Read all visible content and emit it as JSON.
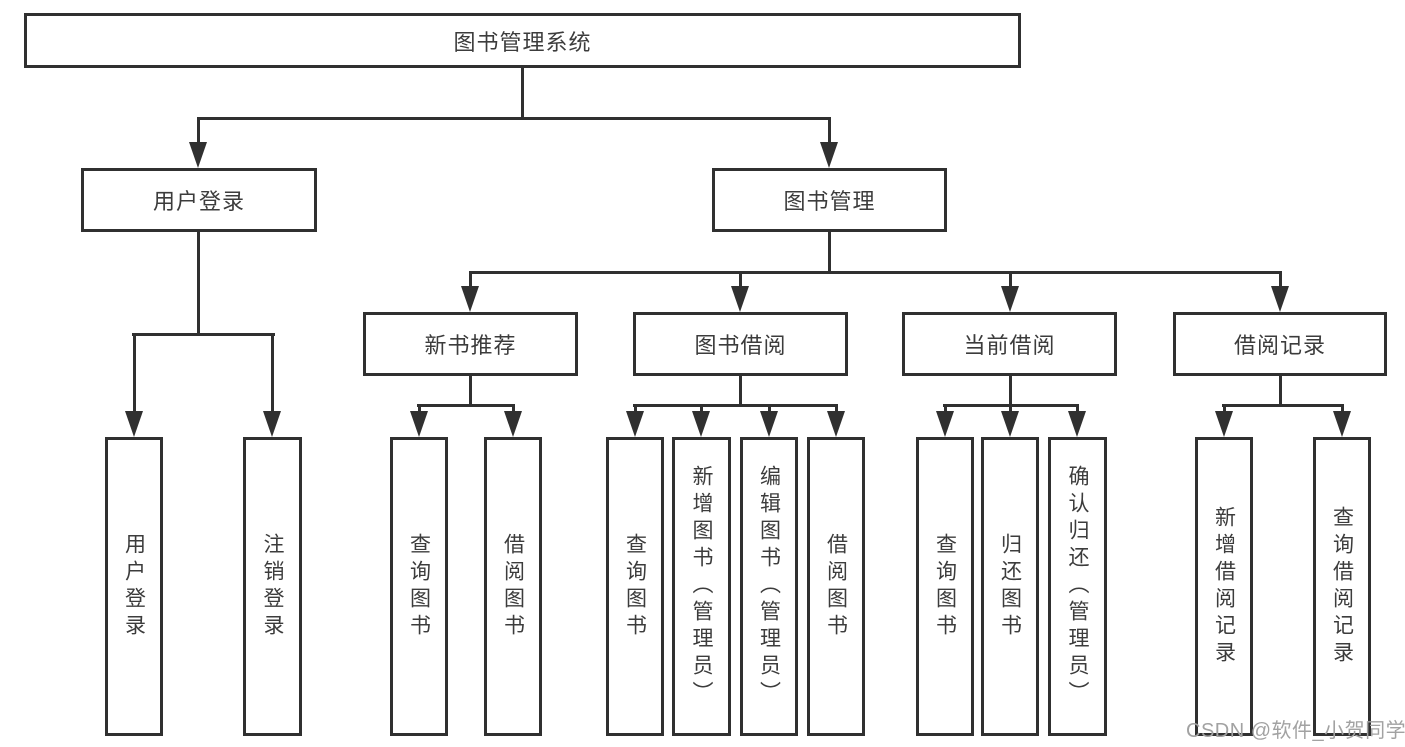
{
  "colors": {
    "line": "#303030",
    "text": "#3c3c3c",
    "watermark": "#a2a2a2",
    "background": "#ffffff"
  },
  "watermark": {
    "text": "CSDN @软件_小贺同学"
  },
  "tree": {
    "root": {
      "label": "图书管理系统"
    },
    "branches": [
      {
        "label": "用户登录",
        "children": [
          {
            "label": "用户登录"
          },
          {
            "label": "注销登录"
          }
        ]
      },
      {
        "label": "图书管理",
        "sections": [
          {
            "label": "新书推荐",
            "children": [
              {
                "label": "查询图书"
              },
              {
                "label": "借阅图书"
              }
            ]
          },
          {
            "label": "图书借阅",
            "children": [
              {
                "label": "查询图书"
              },
              {
                "label": "新增图书（管理员）"
              },
              {
                "label": "编辑图书（管理员）"
              },
              {
                "label": "借阅图书"
              }
            ]
          },
          {
            "label": "当前借阅",
            "children": [
              {
                "label": "查询图书"
              },
              {
                "label": "归还图书"
              },
              {
                "label": "确认归还（管理员）"
              }
            ]
          },
          {
            "label": "借阅记录",
            "children": [
              {
                "label": "新增借阅记录"
              },
              {
                "label": "查询借阅记录"
              }
            ]
          }
        ]
      }
    ]
  }
}
